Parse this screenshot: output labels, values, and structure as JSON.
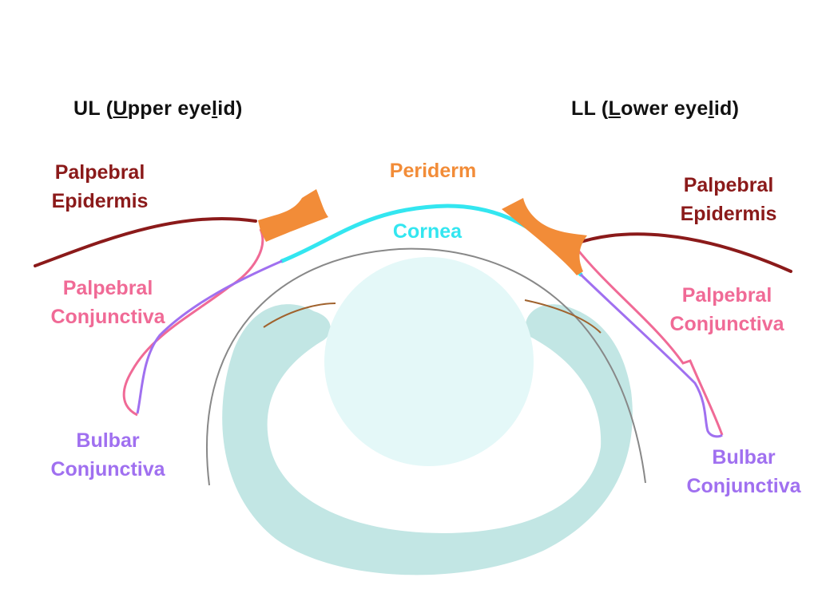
{
  "headings": {
    "upper": {
      "text": "UL (Upper eyelid)",
      "underlined_letters": [
        "U",
        "l"
      ]
    },
    "lower": {
      "text": "LL (Lower eyelid)",
      "underlined_letters": [
        "L",
        "l"
      ]
    }
  },
  "labels": {
    "upper_epidermis": {
      "line1": "Palpebral",
      "line2": "Epidermis"
    },
    "lower_epidermis": {
      "line1": "Palpebral",
      "line2": "Epidermis"
    },
    "upper_palpebral_conjunctiva": {
      "line1": "Palpebral",
      "line2": "Conjunctiva"
    },
    "lower_palpebral_conjunctiva": {
      "line1": "Palpebral",
      "line2": "Conjunctiva"
    },
    "upper_bulbar_conjunctiva": {
      "line1": "Bulbar",
      "line2": "Conjunctiva"
    },
    "lower_bulbar_conjunctiva": {
      "line1": "Bulbar",
      "line2": "Conjunctiva"
    },
    "periderm": "Periderm",
    "cornea": "Cornea"
  },
  "colors": {
    "epidermis": "#8B1A1A",
    "periderm": "#F28C38",
    "cornea": "#33E6F0",
    "palpebral_conjunctiva": "#F06A96",
    "bulbar_conjunctiva": "#A070F0",
    "eye_outline": "#888888",
    "optic_cup": "#C2E6E4",
    "lens": "#E4F8F8",
    "iris_rim": "#A0622D"
  }
}
